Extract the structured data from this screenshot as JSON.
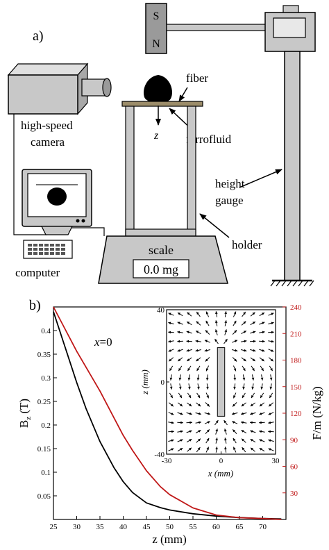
{
  "panel_a": {
    "label": "a)",
    "magnet_s": "S",
    "magnet_n": "N",
    "fiber": "fiber",
    "z": "z",
    "ferrofluid": "ferrofluid",
    "camera_line1": "high-speed",
    "camera_line2": "camera",
    "computer": "computer",
    "height_line1": "height",
    "height_line2": "gauge",
    "holder": "holder",
    "scale": "scale",
    "scale_reading": "0.0 mg"
  },
  "panel_b": {
    "label": "b)",
    "annotation_italic": "x",
    "annotation_rest": "=0"
  },
  "colors": {
    "field": "#000000",
    "force": "#c01818",
    "fiber": "#9c8d6a",
    "metal": "#c8c8c8"
  },
  "chart_data": [
    {
      "type": "line",
      "xlabel": "z (mm)",
      "ylabel_main": "B",
      "ylabel_sub": "z",
      "ylabel_unit": " (T)",
      "y2label": "F/m (N/kg)",
      "xlim": [
        25,
        75
      ],
      "ylim": [
        0,
        0.45
      ],
      "y2lim": [
        0,
        240
      ],
      "x_ticks": [
        25,
        30,
        35,
        40,
        45,
        50,
        55,
        60,
        65,
        70
      ],
      "y_ticks": [
        0.05,
        0.1,
        0.15,
        0.2,
        0.25,
        0.3,
        0.35,
        0.4
      ],
      "y2_ticks": [
        30,
        60,
        90,
        120,
        150,
        180,
        210,
        240
      ],
      "series": [
        {
          "axis": "left",
          "color": "#000000",
          "x": [
            25,
            27,
            30,
            32,
            35,
            38,
            40,
            42,
            45,
            48,
            50,
            55,
            60,
            65,
            70,
            74
          ],
          "y": [
            0.44,
            0.38,
            0.29,
            0.235,
            0.165,
            0.11,
            0.08,
            0.057,
            0.035,
            0.025,
            0.02,
            0.012,
            0.007,
            0.004,
            0.002,
            0.001
          ]
        },
        {
          "axis": "right",
          "color": "#c01818",
          "x": [
            25,
            27,
            30,
            32,
            35,
            38,
            40,
            42,
            45,
            48,
            50,
            55,
            60,
            65,
            70,
            74
          ],
          "y": [
            240,
            220,
            190,
            172,
            145,
            115,
            95,
            78,
            55,
            37,
            28,
            13,
            5,
            2,
            1,
            0
          ]
        }
      ]
    },
    {
      "type": "quiver",
      "xlabel": "x (mm)",
      "ylabel": "z (mm)",
      "xlim": [
        -30,
        30
      ],
      "ylim": [
        -40,
        40
      ],
      "x_ticks": [
        -30,
        0,
        30
      ],
      "y_ticks": [
        -40,
        0,
        40
      ],
      "dipole_length_mm": 38,
      "dipole_width_mm": 4
    }
  ]
}
